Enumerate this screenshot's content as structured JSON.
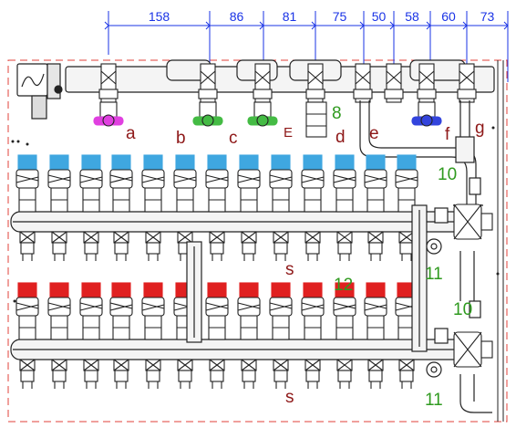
{
  "title": "",
  "colors": {
    "dimension": "#1a33e6",
    "letter_labels": "#8e1818",
    "number_labels": "#2f9a1f",
    "frame_dash": "#e0403a",
    "upper_caps": "#3fa7e0",
    "lower_caps": "#e02020",
    "valve_a": "#e040e0",
    "valve_green": "#44bb44",
    "valve_blue": "#3344dd",
    "outline": "#222222"
  },
  "dimensions": [
    "158",
    "86",
    "81",
    "75",
    "50",
    "58",
    "60",
    "73"
  ],
  "valve_labels": [
    "a",
    "b",
    "c",
    "d",
    "e",
    "f",
    "g"
  ],
  "letter_s": [
    "s",
    "s"
  ],
  "callouts": [
    "8",
    "10",
    "11",
    "12",
    "10",
    "11"
  ],
  "component_names": {
    "pump_icon": "pump-icon",
    "ball_valves": "ball-valve-icon",
    "upper_manifold": "supply-manifold",
    "lower_manifold": "return-manifold",
    "flow_meters": "flow-meter-icon"
  }
}
